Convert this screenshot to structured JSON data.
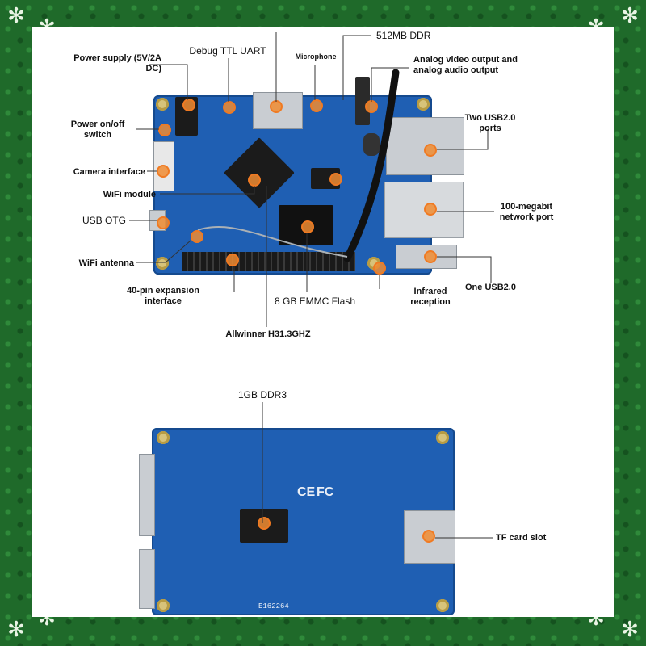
{
  "labels": {
    "power_supply": "Power supply (5V/2A\nDC)",
    "debug_uart": "Debug TTL UART",
    "microphone": "Microphone",
    "ddr512": "512MB DDR",
    "analog_av": "Analog video output and\nanalog audio output",
    "power_switch": "Power on/off\nswitch",
    "two_usb": "Two USB2.0\nports",
    "camera": "Camera interface",
    "wifi_module": "WiFi module",
    "usb_otg": "USB OTG",
    "network": "100-megabit\nnetwork port",
    "wifi_antenna": "WiFi antenna",
    "one_usb": "One USB2.0",
    "expansion": "40-pin expansion\ninterface",
    "emmc": "8 GB EMMC Flash",
    "infrared": "Infrared\nreception",
    "cpu": "Allwinner H31.3GHZ",
    "ddr3": "1GB DDR3",
    "tf_card": "TF card slot"
  },
  "board_markings": {
    "ce": "CE",
    "fc": "FC",
    "serial": "E162264"
  },
  "colors": {
    "frame": "#1f6a2a",
    "board": "#1f5fb3",
    "callout": "#f07a22"
  },
  "icons": {
    "corner": "snowflake-icon"
  }
}
